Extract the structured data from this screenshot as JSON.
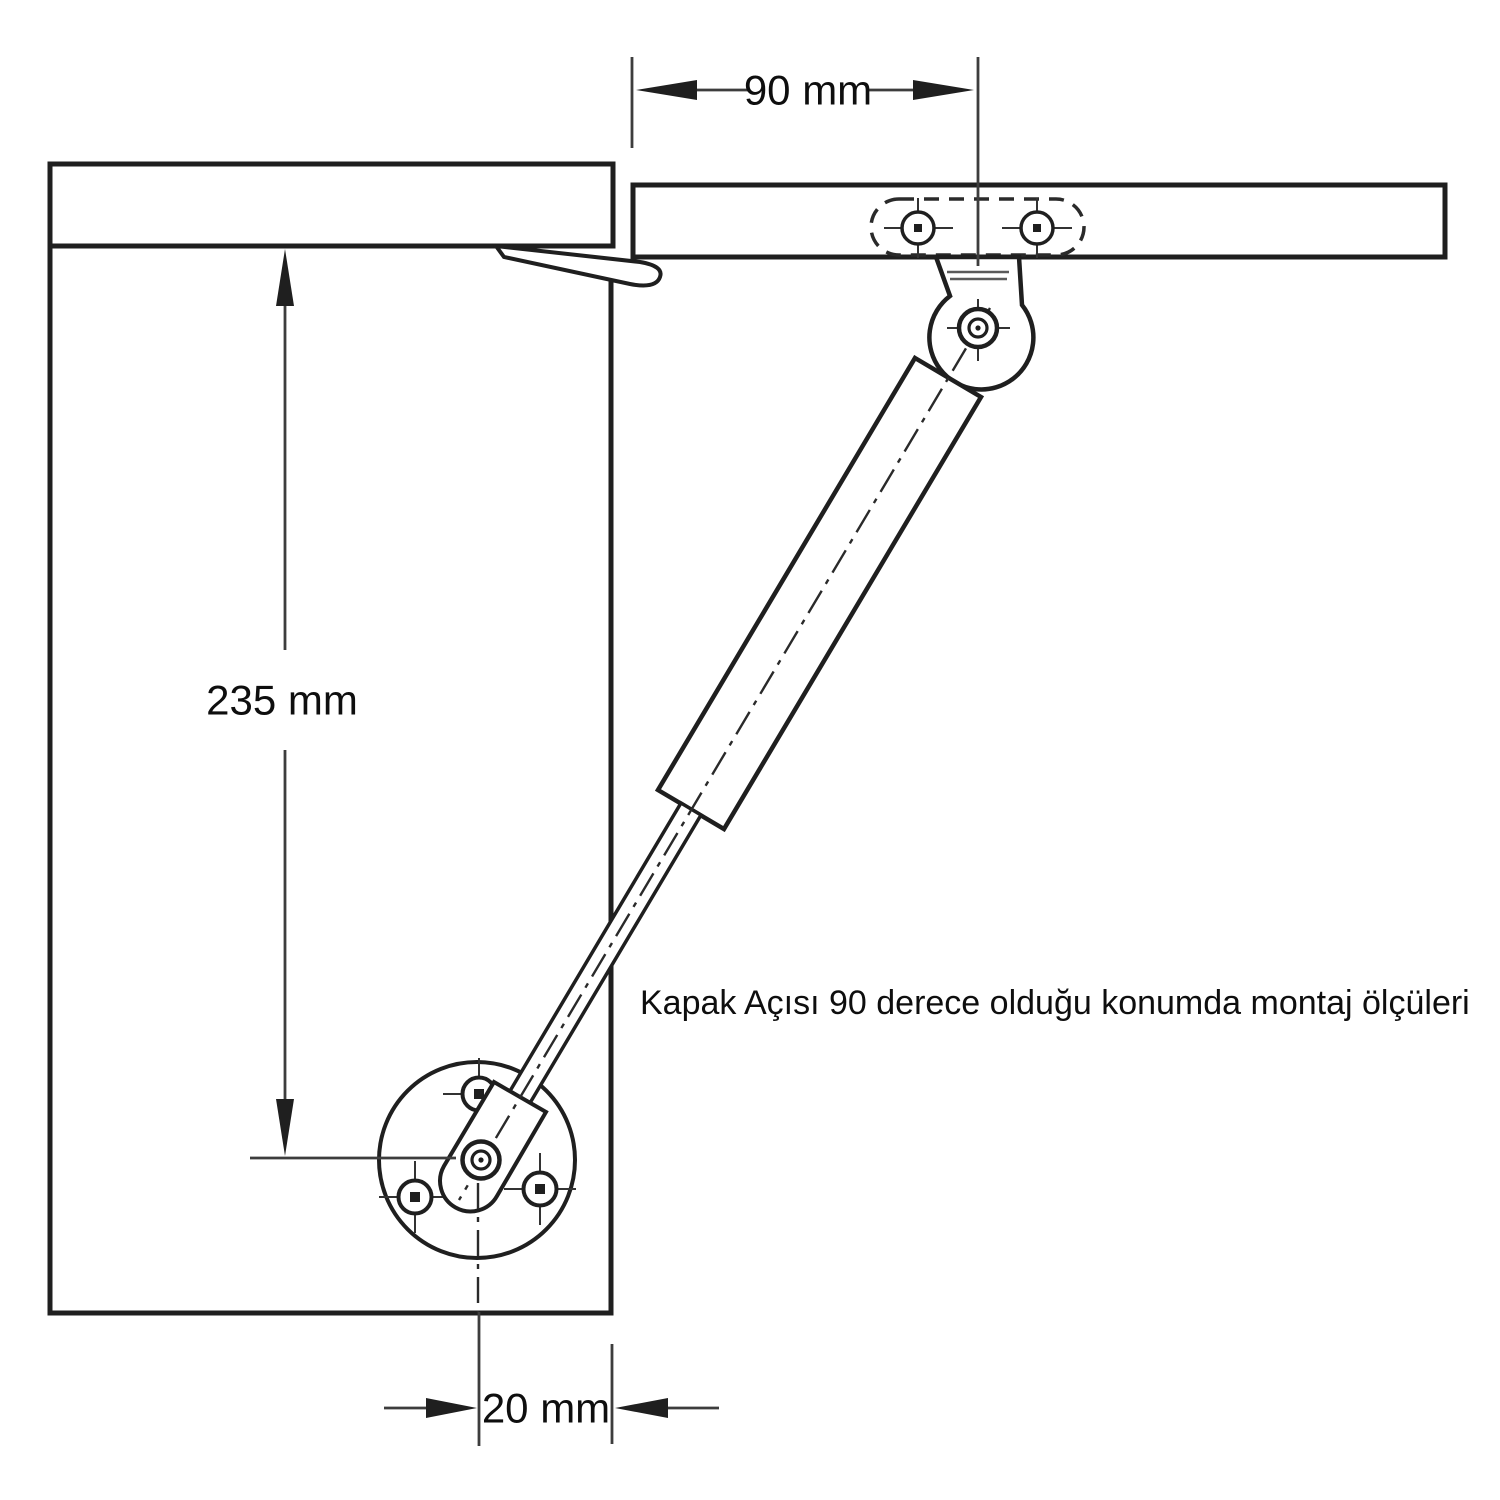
{
  "note": {
    "text": "Kapak Açısı 90 derece olduğu konumda montaj ölçüleri"
  },
  "dimensions": {
    "top_width": {
      "label": "90 mm",
      "value": 90,
      "unit": "mm"
    },
    "left_height": {
      "label": "235 mm",
      "value": 235,
      "unit": "mm"
    },
    "bottom_offset": {
      "label": "20 mm",
      "value": 20,
      "unit": "mm"
    }
  },
  "colors": {
    "line": "#1f1f1f",
    "dim_line": "#3d3d3d",
    "text": "#0e0e0e",
    "background": "#ffffff"
  }
}
